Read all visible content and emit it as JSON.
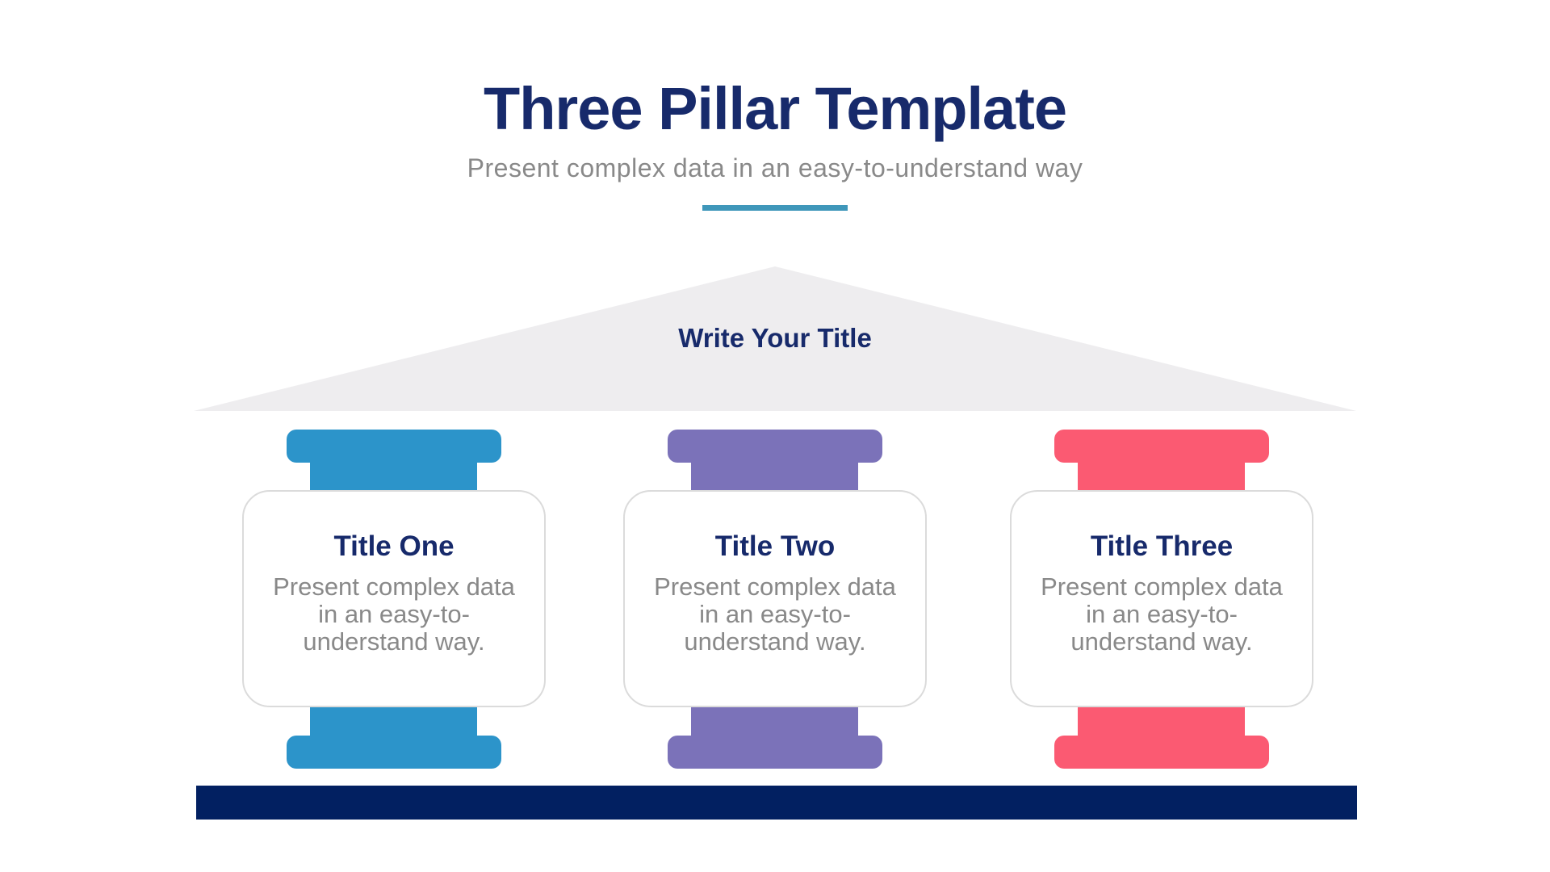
{
  "slide": {
    "title": "Three Pillar Template",
    "subtitle": "Present complex data in an easy-to-understand way",
    "roof_title": "Write Your Title",
    "pillars": [
      {
        "title": "Title One",
        "body": "Present complex data\nin an easy-to-\nunderstand way.",
        "color": "#2C94CA"
      },
      {
        "title": "Title Two",
        "body": "Present complex data\nin an easy-to-\nunderstand way.",
        "color": "#7B72B9"
      },
      {
        "title": "Title Three",
        "body": "Present complex data\nin an easy-to-\nunderstand way.",
        "color": "#FB5A72"
      }
    ],
    "colors": {
      "heading_navy": "#172A6B",
      "text_gray": "#898989",
      "divider_teal": "#3F97BA",
      "roof_gray": "#EEEDEF",
      "card_border": "#DBDBDB",
      "base_bar_navy": "#022061"
    }
  }
}
